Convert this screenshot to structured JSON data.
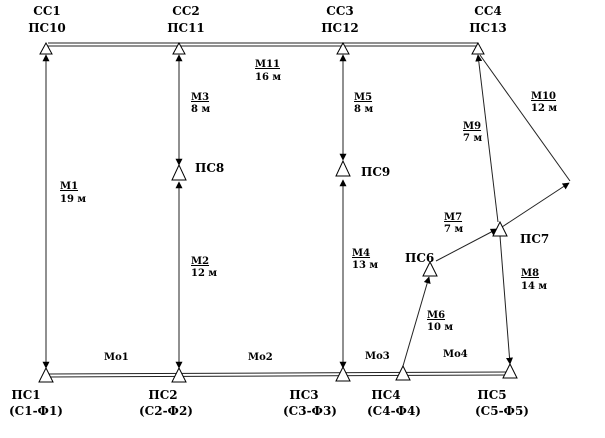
{
  "nodes": [
    {
      "id": "n_cc1",
      "labels": [
        "СС1",
        "ПС10"
      ]
    },
    {
      "id": "n_cc2",
      "labels": [
        "СС2",
        "ПС11"
      ]
    },
    {
      "id": "n_cc3",
      "labels": [
        "СС3",
        "ПС12"
      ]
    },
    {
      "id": "n_cc4",
      "labels": [
        "СС4",
        "ПС13"
      ]
    },
    {
      "id": "n_pc8",
      "labels": [
        "ПС8"
      ]
    },
    {
      "id": "n_pc9",
      "labels": [
        "ПС9"
      ]
    },
    {
      "id": "n_pc6",
      "labels": [
        "ПС6"
      ]
    },
    {
      "id": "n_pc7",
      "labels": [
        "ПС7"
      ]
    },
    {
      "id": "n_pc1",
      "labels": [
        "ПС1",
        "(С1-Ф1)"
      ]
    },
    {
      "id": "n_pc2",
      "labels": [
        "ПС2",
        "(С2-Ф2)"
      ]
    },
    {
      "id": "n_pc3",
      "labels": [
        "ПС3",
        "(С3-Ф3)"
      ]
    },
    {
      "id": "n_pc4",
      "labels": [
        "ПС4",
        "(С4-Ф4)"
      ]
    },
    {
      "id": "n_pc5",
      "labels": [
        "ПС5",
        "(С5-Ф5)"
      ]
    }
  ],
  "edges": [
    {
      "id": "e_m1",
      "name": "М1",
      "value": "19 м"
    },
    {
      "id": "e_m2",
      "name": "М2",
      "value": "12 м"
    },
    {
      "id": "e_m3",
      "name": "М3",
      "value": "8 м"
    },
    {
      "id": "e_m4",
      "name": "М4",
      "value": "13 м"
    },
    {
      "id": "e_m5",
      "name": "М5",
      "value": "8 м"
    },
    {
      "id": "e_m6",
      "name": "М6",
      "value": "10 м"
    },
    {
      "id": "e_m7",
      "name": "М7",
      "value": "7 м"
    },
    {
      "id": "e_m8",
      "name": "М8",
      "value": "14 м"
    },
    {
      "id": "e_m9",
      "name": "М9",
      "value": "7 м"
    },
    {
      "id": "e_m10",
      "name": "М10",
      "value": "12 м"
    },
    {
      "id": "e_m11",
      "name": "М11",
      "value": "16 м"
    },
    {
      "id": "e_mo1",
      "name": "Мо1",
      "value": ""
    },
    {
      "id": "e_mo2",
      "name": "Мо2",
      "value": ""
    },
    {
      "id": "e_mo3",
      "name": "Мо3",
      "value": ""
    },
    {
      "id": "e_mo4",
      "name": "Мо4",
      "value": ""
    }
  ]
}
